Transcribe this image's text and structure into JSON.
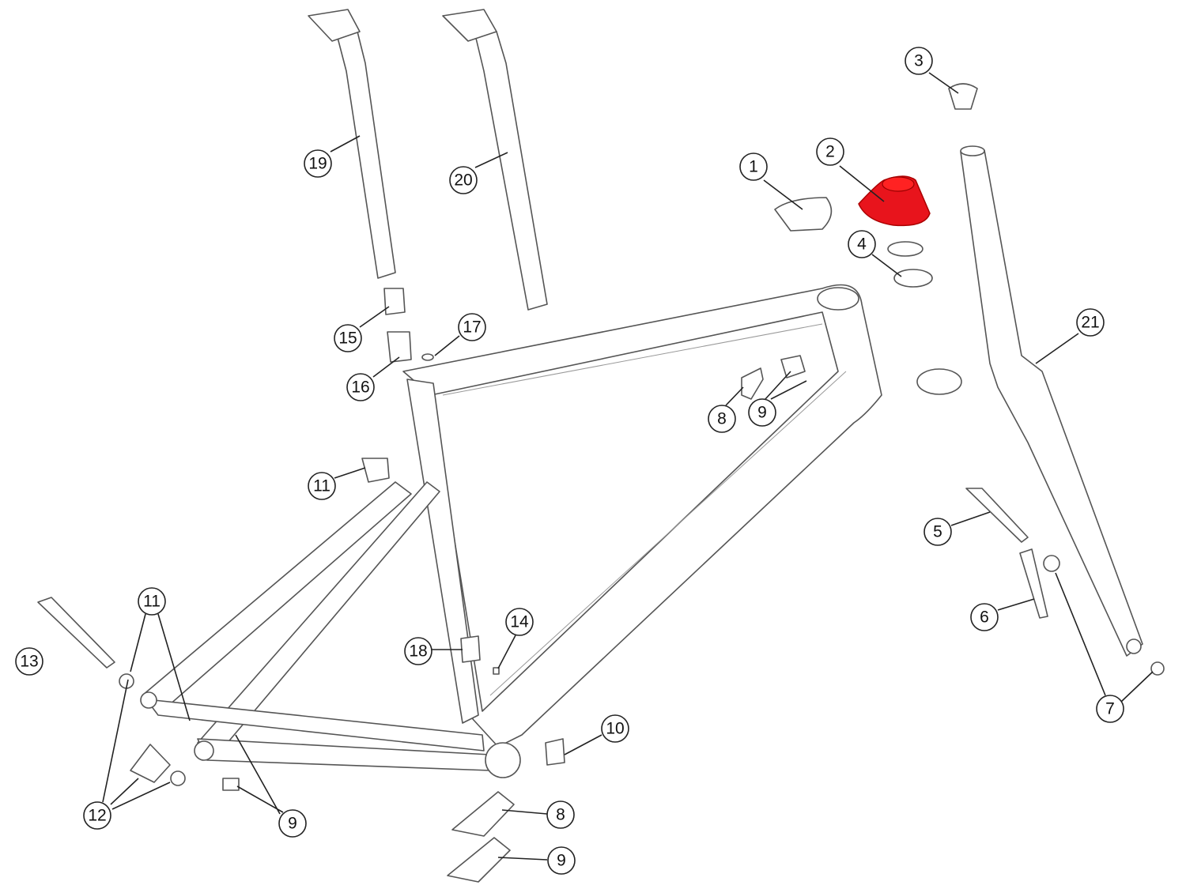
{
  "diagram": {
    "highlight_color": "#e8141c",
    "highlighted_part": "2",
    "callouts": [
      "3",
      "2",
      "1",
      "4",
      "19",
      "20",
      "21",
      "15",
      "17",
      "16",
      "8",
      "9",
      "11",
      "5",
      "6",
      "11",
      "14",
      "18",
      "13",
      "7",
      "10",
      "12",
      "9",
      "8",
      "9"
    ]
  }
}
